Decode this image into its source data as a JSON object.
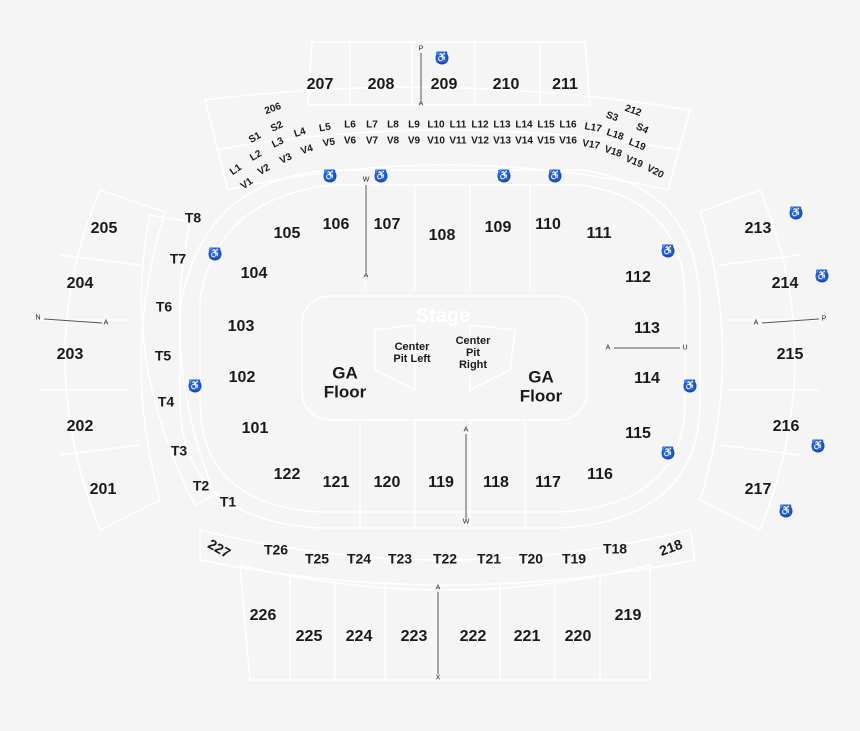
{
  "colors": {
    "background": "#f5f5f5",
    "outline": "#ffffff",
    "text": "#1a1a1a",
    "accessible_icon": "#1a47c8"
  },
  "stage_label": "Stage",
  "floor": {
    "ga_left": "GA Floor",
    "ga_right": "GA Floor",
    "pit_left": "Center Pit Left",
    "pit_right": "Center Pit Right"
  },
  "sections_200": [
    "207",
    "208",
    "209",
    "210",
    "211",
    "205",
    "204",
    "203",
    "202",
    "201",
    "213",
    "214",
    "215",
    "216",
    "217",
    "226",
    "225",
    "224",
    "223",
    "222",
    "221",
    "220",
    "219"
  ],
  "sections_100": [
    "105",
    "106",
    "107",
    "108",
    "109",
    "110",
    "111",
    "104",
    "112",
    "103",
    "113",
    "102",
    "114",
    "101",
    "115",
    "122",
    "121",
    "120",
    "119",
    "118",
    "117",
    "116"
  ],
  "tables": [
    "T8",
    "T7",
    "T6",
    "T5",
    "T4",
    "T3",
    "T2",
    "T1",
    "T26",
    "T25",
    "T24",
    "T23",
    "T22",
    "T21",
    "T20",
    "T19",
    "T18",
    "227",
    "218"
  ],
  "loge": [
    "L1",
    "L2",
    "L3",
    "L4",
    "L5",
    "L6",
    "L7",
    "L8",
    "L9",
    "L10",
    "L11",
    "L12",
    "L13",
    "L14",
    "L15",
    "L16",
    "L17",
    "L18",
    "L19",
    "V1",
    "V2",
    "V3",
    "V4",
    "V5",
    "V6",
    "V7",
    "V8",
    "V9",
    "V10",
    "V11",
    "V12",
    "V13",
    "V14",
    "V15",
    "V16",
    "V17",
    "V18",
    "V19",
    "V20",
    "S1",
    "S2",
    "S3",
    "S4",
    "206",
    "212"
  ],
  "aisle_markers": [
    "P",
    "A",
    "W",
    "A",
    "N",
    "A",
    "A",
    "P",
    "A",
    "U",
    "A",
    "W",
    "A",
    "X"
  ],
  "accessible_icon": "wheelchair-icon",
  "accessible_count": 14
}
